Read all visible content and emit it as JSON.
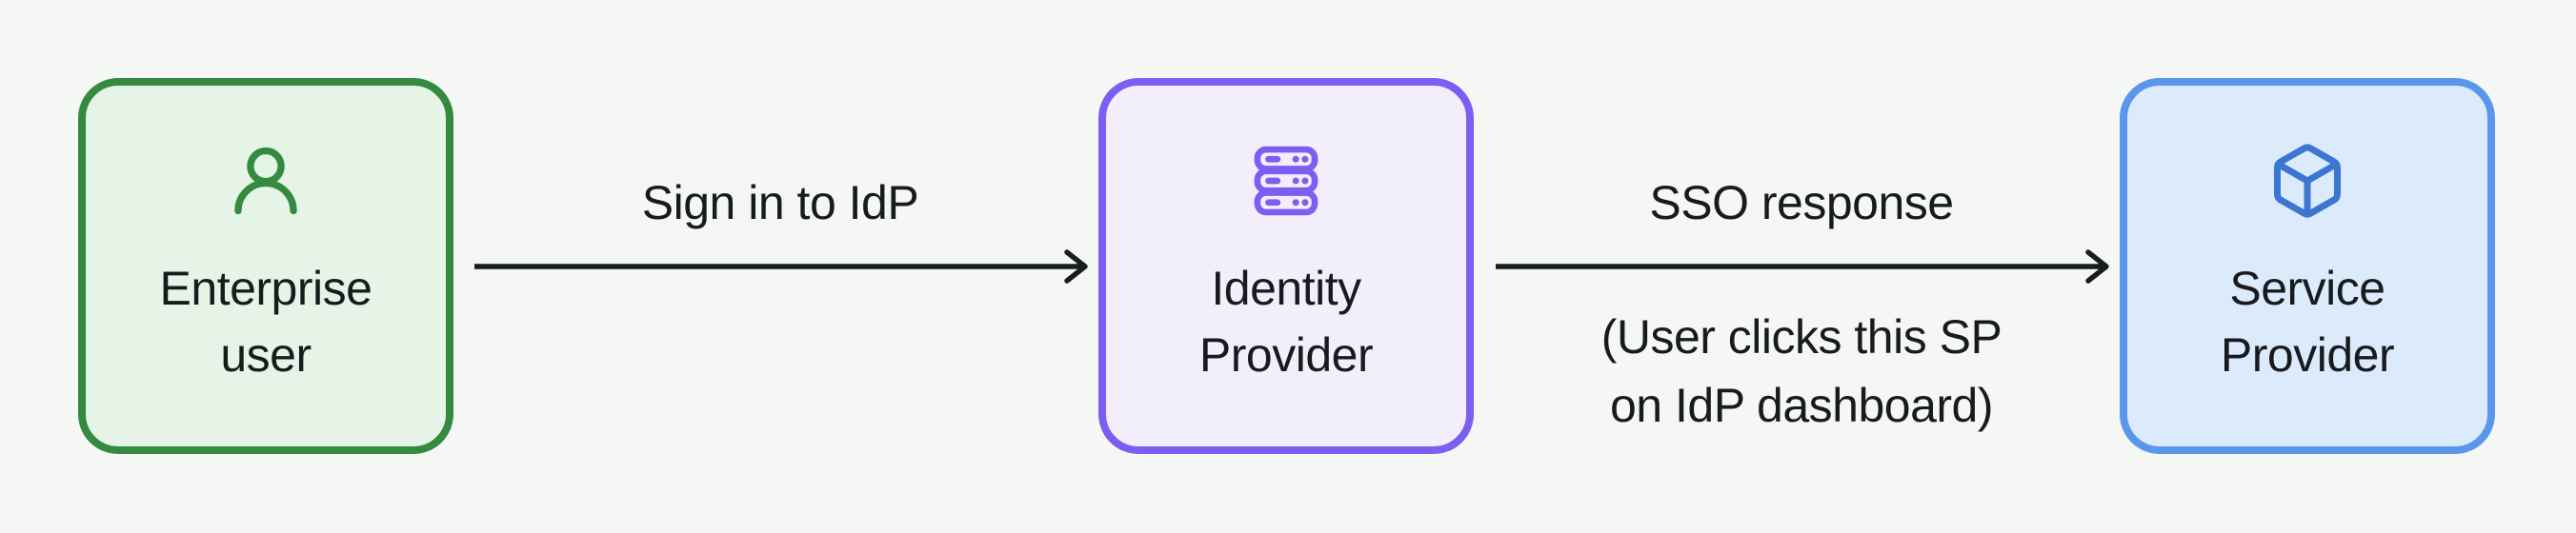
{
  "diagram": {
    "background_color": "#f5f7f5",
    "text_color": "#181b1e",
    "arrow_color": "#1a1d20",
    "nodes": [
      {
        "id": "enterprise-user",
        "lines": [
          "Enterprise",
          "user"
        ],
        "icon": "user-icon",
        "border_color": "#348a3e",
        "fill_color": "#e6f4e7",
        "icon_color": "#348a3e"
      },
      {
        "id": "identity-provider",
        "lines": [
          "Identity",
          "Provider"
        ],
        "icon": "server-stack-icon",
        "border_color": "#7c5ef2",
        "fill_color": "#f3eefb",
        "icon_color": "#7c5ef2"
      },
      {
        "id": "service-provider",
        "lines": [
          "Service",
          "Provider"
        ],
        "icon": "cube-icon",
        "border_color": "#5a97ec",
        "fill_color": "#dcebfb",
        "icon_color": "#3b76d1"
      }
    ],
    "edges": [
      {
        "from": "enterprise-user",
        "to": "identity-provider",
        "label": "Sign in to IdP"
      },
      {
        "from": "identity-provider",
        "to": "service-provider",
        "label": "SSO response",
        "caption_lines": [
          "(User clicks this SP",
          "on IdP dashboard)"
        ]
      }
    ]
  }
}
